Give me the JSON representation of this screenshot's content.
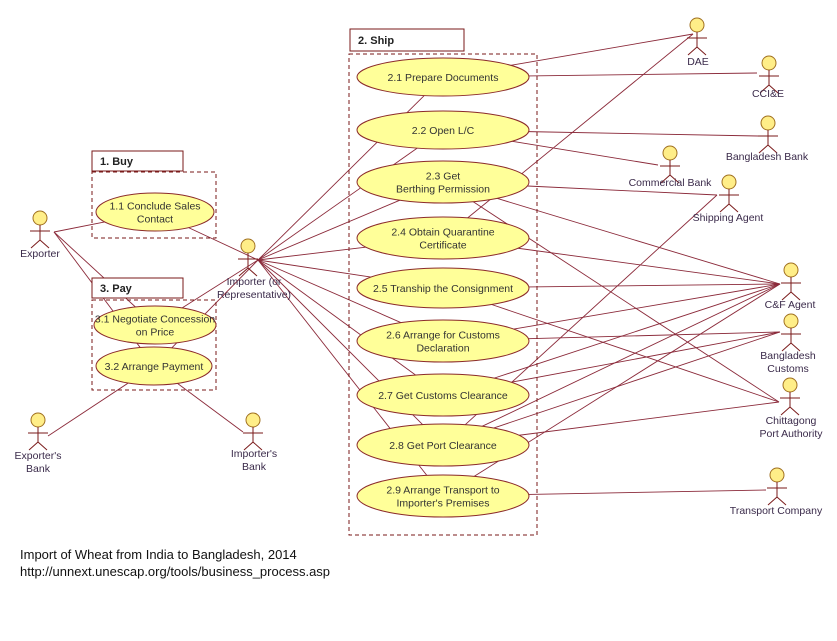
{
  "colors": {
    "line": "#8b2a3a",
    "ellipse_fill": "#ffff99",
    "ellipse_stroke": "#8b2a2a",
    "actor_head_fill": "#ffee88",
    "actor_stroke": "#7a1a1a",
    "group_border": "#7a1a1a"
  },
  "groups": [
    {
      "id": "buy",
      "title": "1. Buy"
    },
    {
      "id": "ship",
      "title": "2. Ship"
    },
    {
      "id": "pay",
      "title": "3. Pay"
    }
  ],
  "use_cases": [
    {
      "id": "uc11",
      "lines": [
        "1.1 Conclude Sales",
        "Contact"
      ]
    },
    {
      "id": "uc31",
      "lines": [
        "3.1 Negotiate Concession",
        "on Price"
      ]
    },
    {
      "id": "uc32",
      "lines": [
        "3.2 Arrange Payment"
      ]
    },
    {
      "id": "uc21",
      "lines": [
        "2.1 Prepare Documents"
      ]
    },
    {
      "id": "uc22",
      "lines": [
        "2.2 Open L/C"
      ]
    },
    {
      "id": "uc23",
      "lines": [
        "2.3  Get",
        "Berthing  Permission"
      ]
    },
    {
      "id": "uc24",
      "lines": [
        "2.4 Obtain Quarantine",
        "Certificate"
      ]
    },
    {
      "id": "uc25",
      "lines": [
        "2.5 Tranship the Consignment"
      ]
    },
    {
      "id": "uc26",
      "lines": [
        "2.6 Arrange for Customs",
        "Declaration"
      ]
    },
    {
      "id": "uc27",
      "lines": [
        "2.7  Get Customs Clearance"
      ]
    },
    {
      "id": "uc28",
      "lines": [
        "2.8 Get  Port Clearance"
      ]
    },
    {
      "id": "uc29",
      "lines": [
        "2.9 Arrange Transport to",
        "Importer's Premises"
      ]
    }
  ],
  "actors": [
    {
      "id": "exporter",
      "lines": [
        "Exporter"
      ]
    },
    {
      "id": "exporters_bank",
      "lines": [
        "Exporter's",
        "Bank"
      ]
    },
    {
      "id": "importer",
      "lines": [
        "Importer (or",
        "Representative)"
      ]
    },
    {
      "id": "importers_bank",
      "lines": [
        "Importer's",
        "Bank"
      ]
    },
    {
      "id": "dae",
      "lines": [
        "DAE"
      ]
    },
    {
      "id": "ccie",
      "lines": [
        "CCI&E"
      ]
    },
    {
      "id": "bangladesh_bank",
      "lines": [
        "Bangladesh Bank"
      ]
    },
    {
      "id": "commercial_bank",
      "lines": [
        "Commercial  Bank"
      ]
    },
    {
      "id": "shipping_agent",
      "lines": [
        "Shipping Agent"
      ]
    },
    {
      "id": "cf_agent",
      "lines": [
        "C&F Agent"
      ]
    },
    {
      "id": "bangladesh_customs",
      "lines": [
        "Bangladesh",
        "Customs"
      ]
    },
    {
      "id": "chittagong_port",
      "lines": [
        "Chittagong",
        "Port Authority"
      ]
    },
    {
      "id": "transport_company",
      "lines": [
        "Transport Company"
      ]
    }
  ],
  "associations": [
    [
      "exporter",
      "uc11"
    ],
    [
      "exporter",
      "uc31"
    ],
    [
      "exporter",
      "uc32"
    ],
    [
      "exporters_bank",
      "uc32"
    ],
    [
      "importer",
      "uc11"
    ],
    [
      "importer",
      "uc31"
    ],
    [
      "importer",
      "uc32"
    ],
    [
      "importers_bank",
      "uc32"
    ],
    [
      "importer",
      "uc21"
    ],
    [
      "importer",
      "uc22"
    ],
    [
      "importer",
      "uc23"
    ],
    [
      "importer",
      "uc24"
    ],
    [
      "importer",
      "uc25"
    ],
    [
      "importer",
      "uc26"
    ],
    [
      "importer",
      "uc27"
    ],
    [
      "importer",
      "uc28"
    ],
    [
      "importer",
      "uc29"
    ],
    [
      "uc21",
      "dae"
    ],
    [
      "uc21",
      "ccie"
    ],
    [
      "uc22",
      "bangladesh_bank"
    ],
    [
      "uc22",
      "commercial_bank"
    ],
    [
      "uc23",
      "shipping_agent"
    ],
    [
      "uc23",
      "cf_agent"
    ],
    [
      "uc23",
      "chittagong_port"
    ],
    [
      "uc24",
      "dae"
    ],
    [
      "uc24",
      "cf_agent"
    ],
    [
      "uc25",
      "cf_agent"
    ],
    [
      "uc25",
      "chittagong_port"
    ],
    [
      "uc26",
      "cf_agent"
    ],
    [
      "uc26",
      "bangladesh_customs"
    ],
    [
      "uc27",
      "cf_agent"
    ],
    [
      "uc27",
      "bangladesh_customs"
    ],
    [
      "uc28",
      "shipping_agent"
    ],
    [
      "uc28",
      "cf_agent"
    ],
    [
      "uc28",
      "bangladesh_customs"
    ],
    [
      "uc28",
      "chittagong_port"
    ],
    [
      "uc29",
      "cf_agent"
    ],
    [
      "uc29",
      "transport_company"
    ]
  ],
  "caption": {
    "title": "Import of Wheat from India to Bangladesh, 2014",
    "url": "http://unnext.unescap.org/tools/business_process.asp"
  }
}
